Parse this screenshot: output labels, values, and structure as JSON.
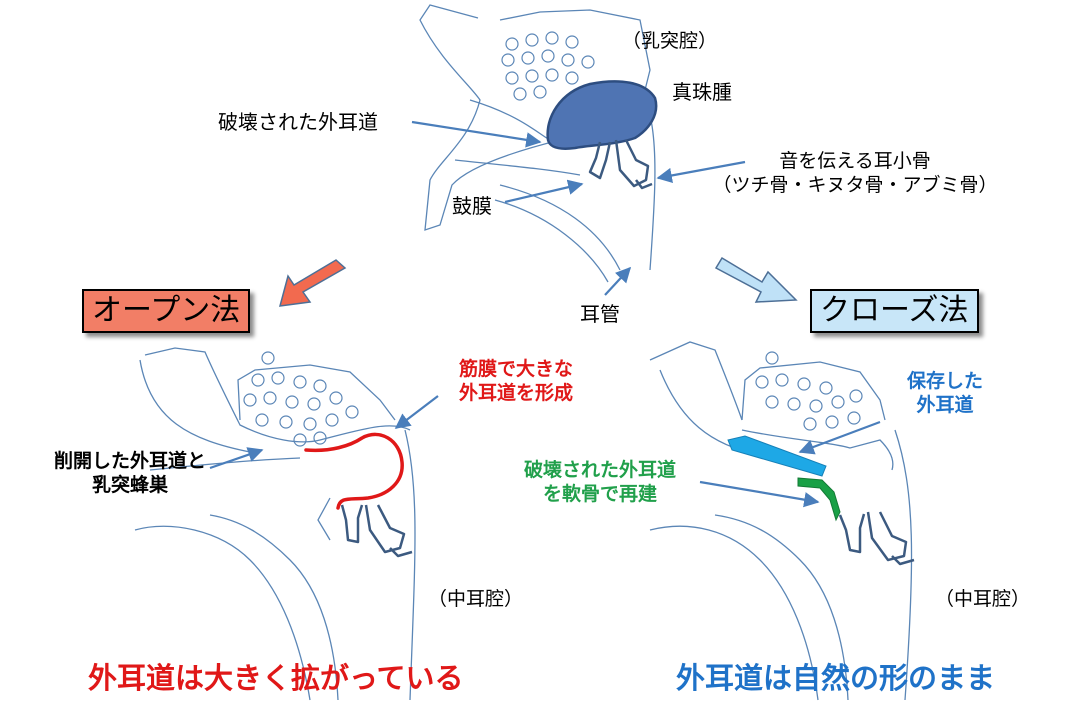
{
  "labels": {
    "mastoid_cavity": "（乳突腔）",
    "cholesteatoma": "真珠腫",
    "destroyed_ear_canal": "破壊された外耳道",
    "ossicles_line1": "音を伝える耳小骨",
    "ossicles_line2": "（ツチ骨・キヌタ骨・アブミ骨）",
    "eardrum": "鼓膜",
    "eustachian_tube": "耳管",
    "open_line1": "筋膜で大きな",
    "open_line2": "外耳道を形成",
    "excised_line1": "削開した外耳道と",
    "excised_line2": "乳突蜂巣",
    "middle_ear_left": "（中耳腔）",
    "preserved_line1": "保存した",
    "preserved_line2": "外耳道",
    "rebuilt_line1": "破壊された外耳道",
    "rebuilt_line2": "を軟骨で再建",
    "middle_ear_right": "（中耳腔）"
  },
  "methods": {
    "open": "オープン法",
    "closed": "クローズ法"
  },
  "captions": {
    "open": "外耳道は大きく拡がっている",
    "closed": "外耳道は自然の形のまま"
  },
  "colors": {
    "outline": "#5b86b6",
    "cholesteatoma_fill": "#4f74b3",
    "cholesteatoma_stroke": "#2d4d80",
    "ossicle": "#3c5a80",
    "arrow": "#4a7ebb",
    "open_box": "#f27e66",
    "closed_box": "#c8e6f8",
    "open_arrow": "#f26a4f",
    "closed_arrow": "#bfe1f7",
    "red_text": "#e01818",
    "blue_text": "#1f72c8",
    "green_text": "#21a04b",
    "preserved_canal": "#1ea8e6",
    "cartilage": "#19a046"
  }
}
